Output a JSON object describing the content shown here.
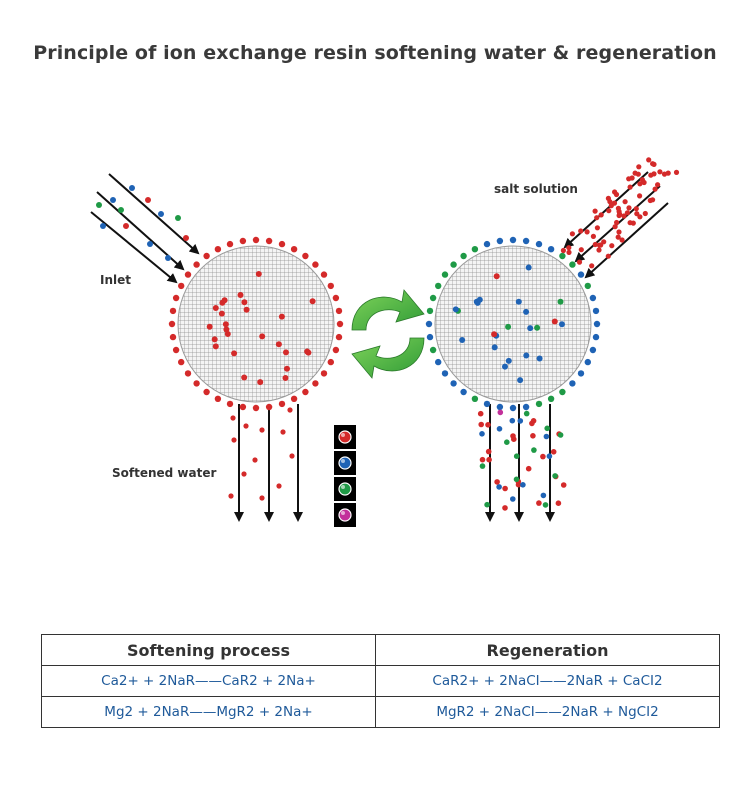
{
  "title": "Principle of ion exchange resin softening water & regeneration",
  "labels": {
    "inlet": "Inlet",
    "softened_water": "Softened water",
    "salt_solution": "salt solution"
  },
  "ion_colors": {
    "sodium": "#d42a2a",
    "calcium": "#1f63b5",
    "magnesium": "#1f9a46",
    "other": "#c2309a"
  },
  "table": {
    "headers": [
      "Softening process",
      "Regeneration"
    ],
    "rows": [
      [
        "Ca2+ + 2NaR——CaR2 + 2Na+",
        "CaR2+ + 2NaCI——2NaR + CaCI2"
      ],
      [
        "Mg2 + 2NaR——MgR2 + 2Na+",
        "MgR2 + 2NaCI——2NaR + NgCI2"
      ]
    ]
  }
}
